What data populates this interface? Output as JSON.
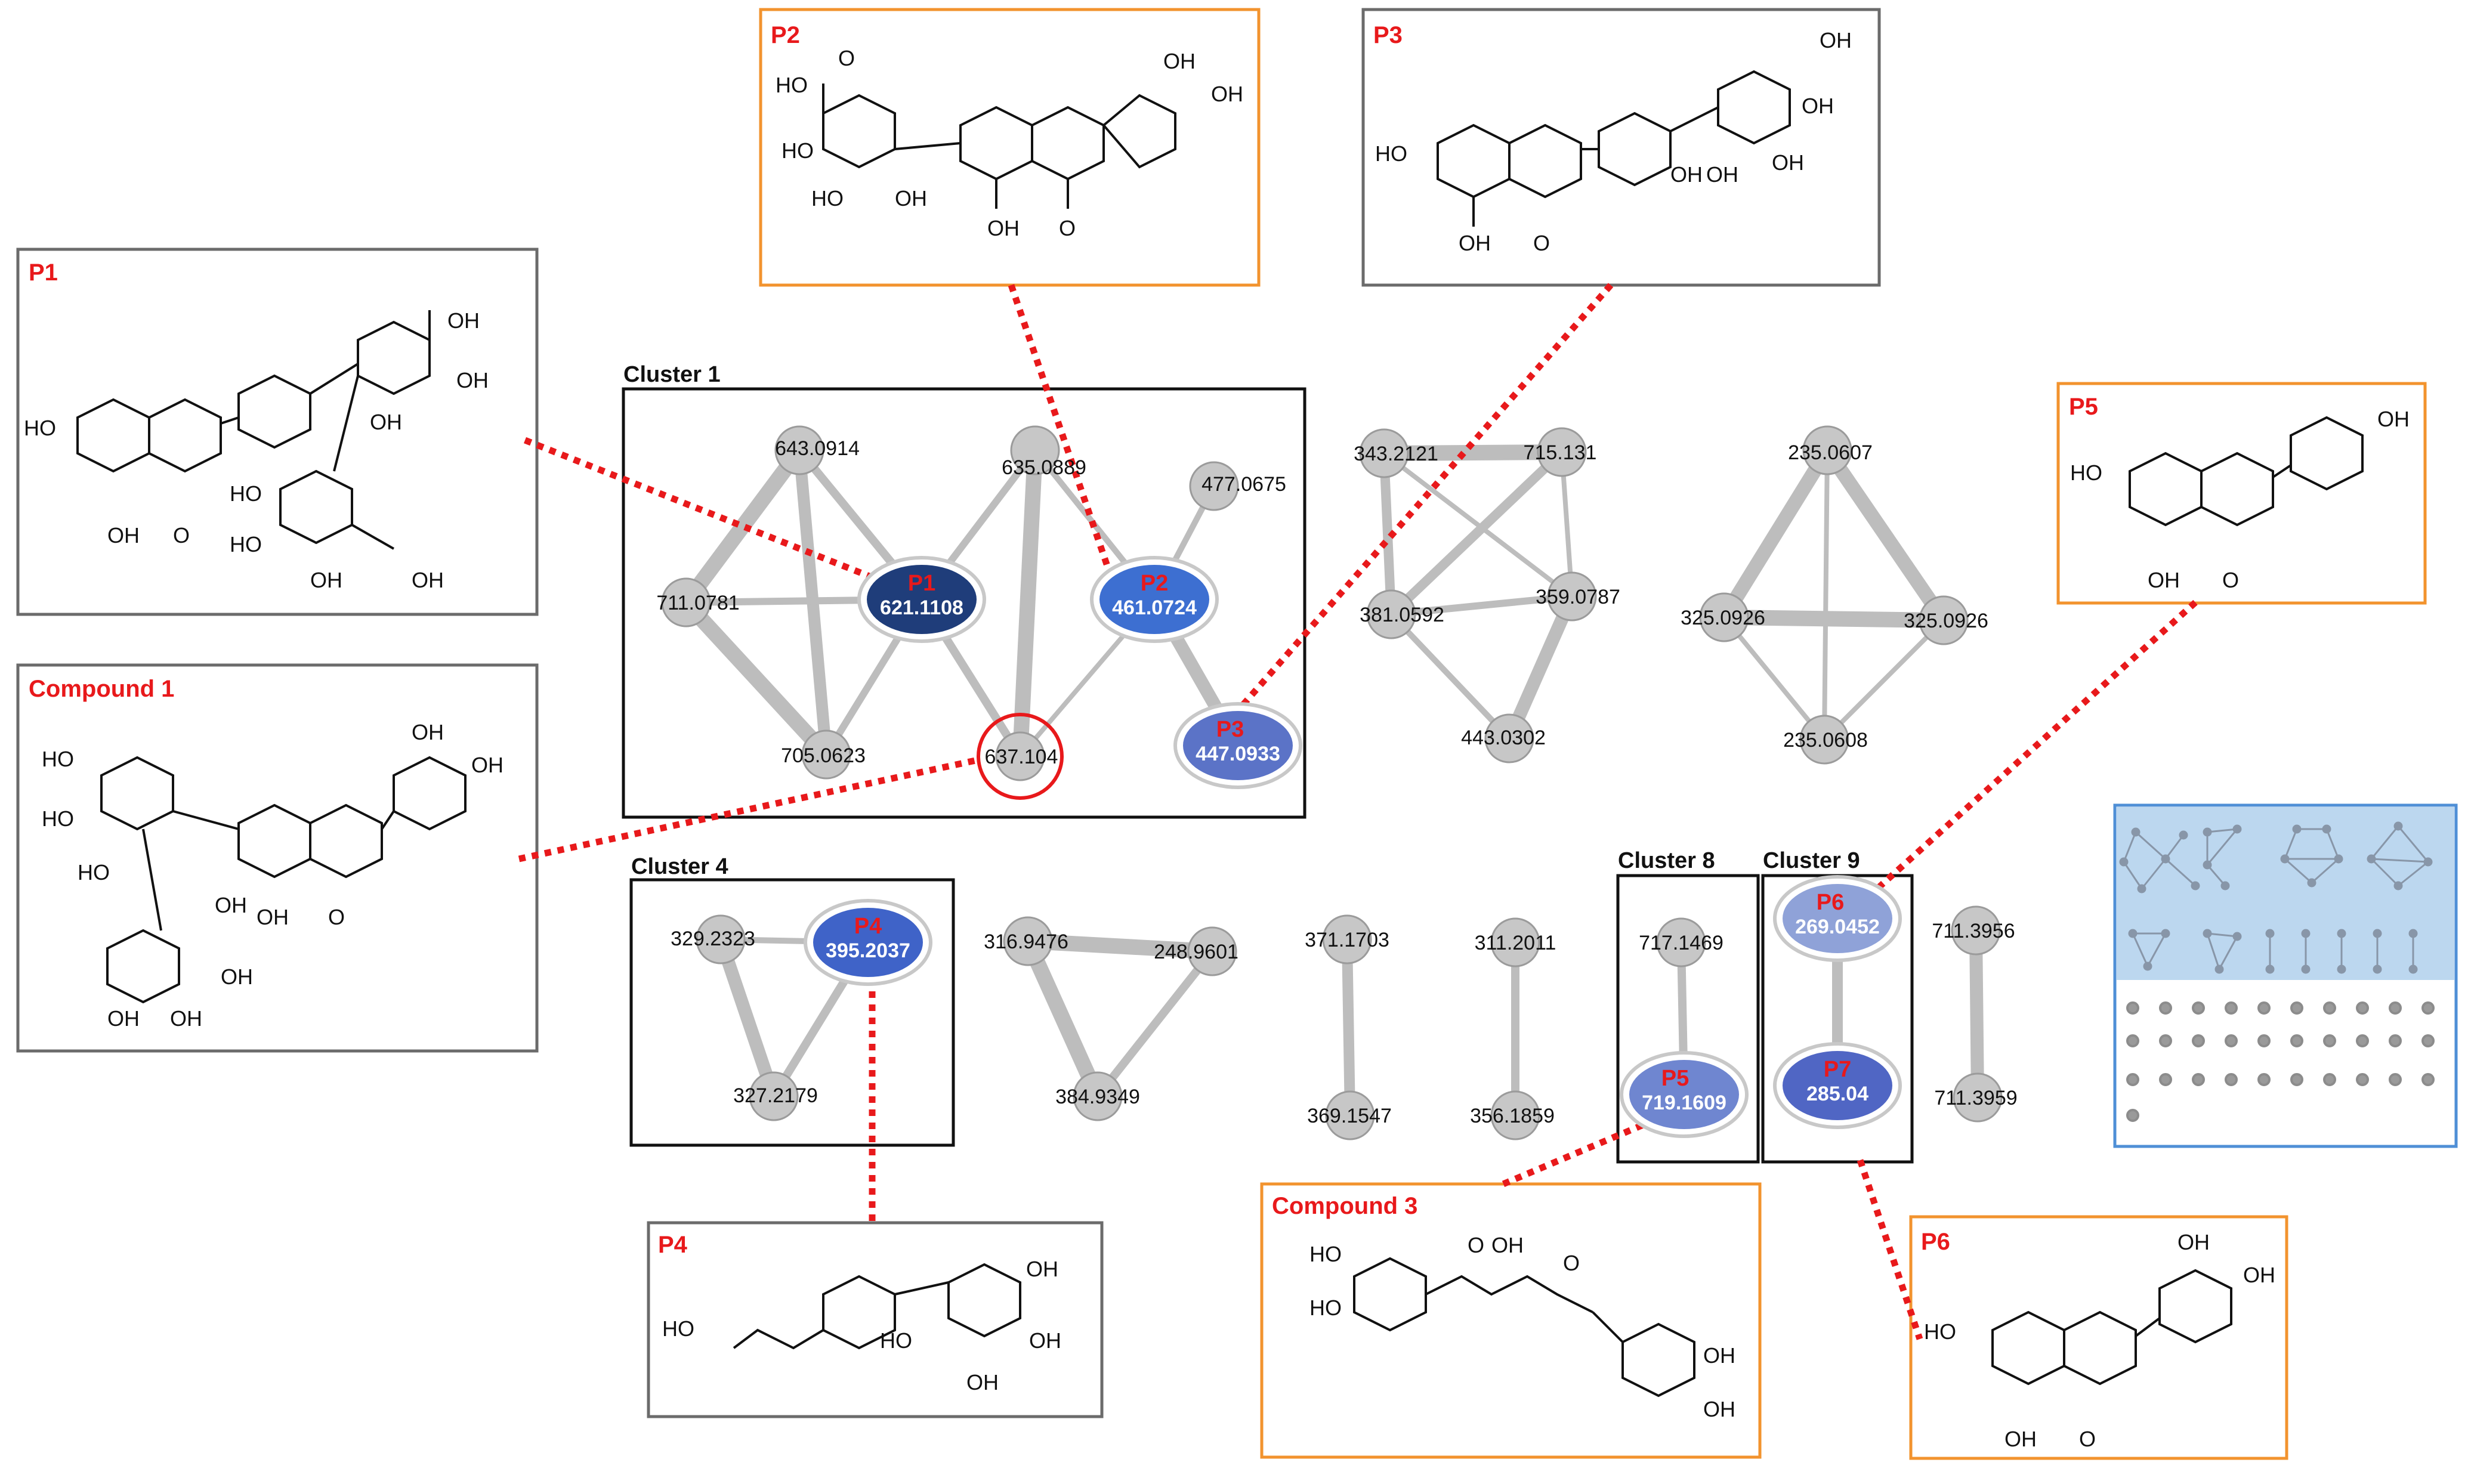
{
  "colors": {
    "node_gray": "#c7c7c7",
    "node_stroke": "#9b9b9b",
    "edge_gray": "#bdbdbd",
    "p1": "#1f3d7a",
    "p2": "#3d6fd1",
    "p3": "#5b73c7",
    "p4": "#3f63c8",
    "p5": "#6f86d0",
    "p6": "#8fa2d8",
    "p7": "#5066c4",
    "label_red": "#e8191b",
    "box_orange": "#f2932e",
    "box_gray": "#6b6b6b",
    "panel_blue": "#bcd7ef",
    "panel_border": "#4f8fd6"
  },
  "clusters": {
    "c1": "Cluster 1",
    "c4": "Cluster 4",
    "c8": "Cluster 8",
    "c9": "Cluster 9"
  },
  "nodes": {
    "n643": "643.0914",
    "n635": "635.0889",
    "n477": "477.0675",
    "n711a": "711.0781",
    "n705": "705.0623",
    "n637": "637.104",
    "p1_tag": "P1",
    "p1_mz": "621.1108",
    "p2_tag": "P2",
    "p2_mz": "461.0724",
    "p3_tag": "P3",
    "p3_mz": "447.0933",
    "n343": "343.2121",
    "n715": "715.131",
    "n381": "381.0592",
    "n359": "359.0787",
    "n443": "443.0302",
    "n235a": "235.0607",
    "n325a": "325.0926",
    "n325b": "325.0926",
    "n235b": "235.0608",
    "n329": "329.2323",
    "p4_tag": "P4",
    "p4_mz": "395.2037",
    "n327": "327.2179",
    "n316": "316.9476",
    "n248": "248.9601",
    "n384": "384.9349",
    "n371": "371.1703",
    "n369": "369.1547",
    "n311": "311.2011",
    "n356": "356.1859",
    "n717": "717.1469",
    "p5_tag": "P5",
    "p5_mz": "719.1609",
    "p6_tag": "P6",
    "p6_mz": "269.0452",
    "p7_tag": "P7",
    "p7_mz": "285.04",
    "n711b": "711.3956",
    "n711c": "711.3959"
  },
  "boxes": {
    "p1": "P1",
    "p2": "P2",
    "p3": "P3",
    "p5": "P5",
    "p4": "P4",
    "p6": "P6",
    "compound1": "Compound 1",
    "compound3": "Compound 3"
  },
  "structure_text": {
    "oh": "OH",
    "ho": "HO",
    "o": "O"
  }
}
